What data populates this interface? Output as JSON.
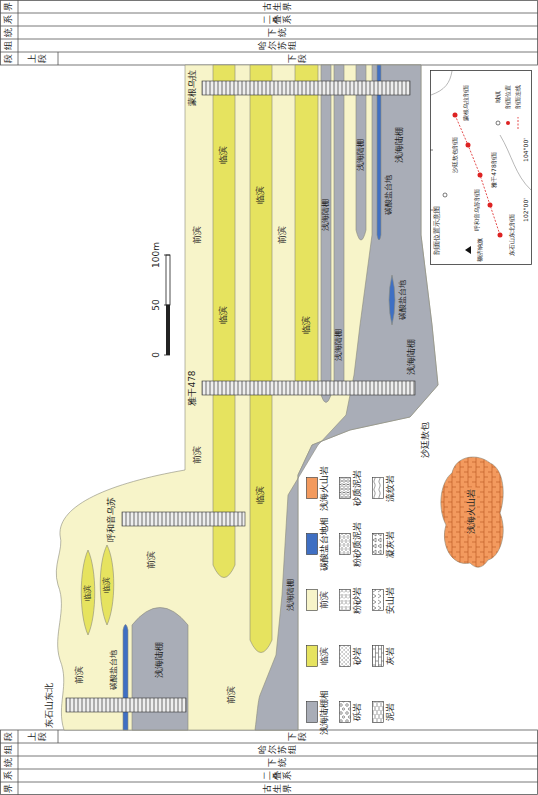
{
  "diagram": {
    "nodes": [
      {
        "text": [
          "前滨",
          "前滨",
          "前滨",
          "前滨",
          "前滨",
          "前滨"
        ]
      },
      {
        "text": [
          "临滨"
        ],
        "in": 0
      },
      {
        "text": [
          "临滨"
        ],
        "in": 0
      },
      {
        "text": [
          "浅海陆棚"
        ],
        "in": 0
      },
      {
        "text": [
          "碳酸盐台地"
        ],
        "in": 0
      },
      {
        "text": [
          "临滨",
          "临滨"
        ],
        "in": 0
      },
      {
        "text": [
          "临滨",
          "临滨"
        ],
        "in": 0
      },
      {
        "text": [
          "临滨"
        ],
        "in": 0
      },
      {
        "text": [
          "浅海陆棚"
        ],
        "in": 0
      },
      {
        "text": [
          "浅海陆棚"
        ],
        "in": 0
      },
      {
        "text": [
          "浅海陆棚"
        ],
        "in": 0
      },
      {
        "text": [
          "浅海陆棚",
          "浅海陆棚",
          "浅海陆棚"
        ],
        "in": 0
      },
      {
        "text": [
          "碳酸盐台地"
        ],
        "in": 11
      },
      {
        "text": [
          "碳酸盐台地"
        ],
        "in": 11
      },
      {
        "text": [
          "浅海火山岩"
        ]
      },
      {
        "text": [
          "东石山东北"
        ]
      },
      {
        "text": [
          "呼和音乌苏"
        ]
      },
      {
        "text": [
          "雅干478"
        ]
      },
      {
        "text": [
          "蒙根乌拉"
        ]
      },
      {
        "text": [
          "剖面位置示意图"
        ]
      }
    ],
    "labels": [
      "界",
      "系",
      "统",
      "组",
      "段",
      "古生界",
      "二叠系",
      "下统",
      "哈尔苏组",
      "上段",
      "下段",
      "界",
      "系",
      "统",
      "组",
      "段",
      "古生界",
      "二叠系",
      "下统",
      "哈尔苏组",
      "上段",
      "下段",
      "0",
      "50",
      "100m",
      "沙廷敖包",
      "东石山东北剖面",
      "呼和音乌苏剖面",
      "雅干478剖面",
      "沙廷敖包剖面",
      "蒙根乌拉剖面",
      "额济纳旗",
      "城镇",
      "剖面位置",
      "剖面连线",
      "102°00'",
      "104°00'"
    ],
    "legend": [
      {
        "text": "浅海陆棚相",
        "color": "#a9adb7"
      },
      {
        "text": "临滨",
        "color": "#e6e35f"
      },
      {
        "text": "前滨",
        "color": "#f7f4c9"
      },
      {
        "text": "碳酸盐台地相",
        "color": "#3f6fc3"
      },
      {
        "text": "浅海火山岩",
        "color": "#f39a5e"
      },
      {
        "text": "砾岩"
      },
      {
        "text": "砂岩"
      },
      {
        "text": "粉砂岩"
      },
      {
        "text": "粉砂质泥岩"
      },
      {
        "text": "砂质泥岩"
      },
      {
        "text": "泥岩"
      },
      {
        "text": "灰岩"
      },
      {
        "text": "安山岩"
      },
      {
        "text": "凝灰岩"
      },
      {
        "text": "流纹岩"
      }
    ]
  }
}
